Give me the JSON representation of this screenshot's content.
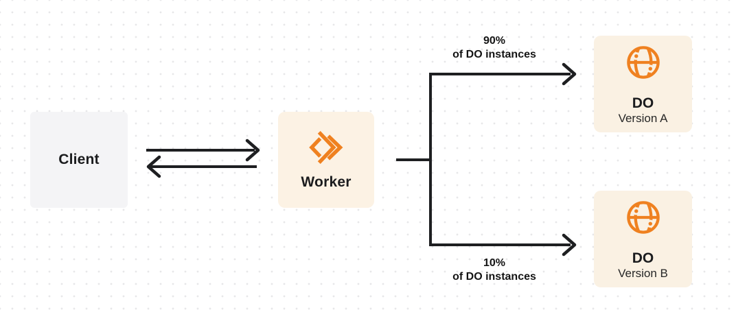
{
  "nodes": {
    "client": {
      "label": "Client"
    },
    "worker": {
      "label": "Worker",
      "icon": "cloudflare-workers-icon"
    },
    "do_version_a": {
      "title": "DO",
      "subtitle": "Version A",
      "icon": "durable-object-globe-icon"
    },
    "do_version_b": {
      "title": "DO",
      "subtitle": "Version B",
      "icon": "durable-object-globe-icon"
    }
  },
  "edges": {
    "client_to_worker": {
      "style": "bidirectional-arrows"
    },
    "split_top": {
      "percent": "90%",
      "caption": "of DO instances"
    },
    "split_bottom": {
      "percent": "10%",
      "caption": "of DO instances"
    }
  },
  "colors": {
    "accent_orange": "#EF8120",
    "card_cream": "#FBF1E3",
    "client_gray": "#F4F4F6",
    "line_dark": "#1E1F21",
    "background": "#FFFFFF",
    "grid_dot": "#E7E7E9"
  }
}
